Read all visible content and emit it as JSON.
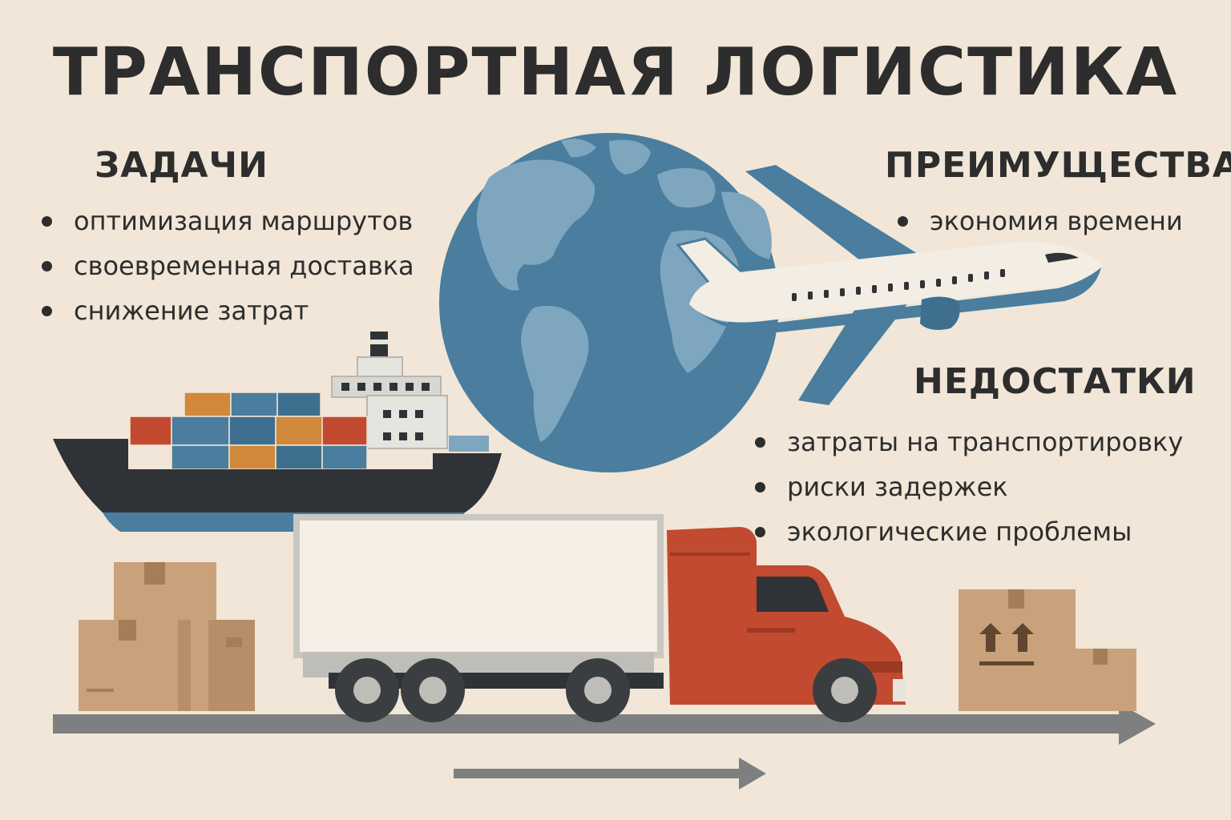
{
  "title": "ТРАНСПОРТНАЯ ЛОГИСТИКА",
  "tasks": {
    "heading": "ЗАДАЧИ",
    "items": [
      "оптимизация маршрутов",
      "своевременная доставка",
      "снижение затрат"
    ]
  },
  "advantages": {
    "heading": "ПРЕИМУЩЕСТВА",
    "items": [
      "экономия времени"
    ]
  },
  "disadvantages": {
    "heading": "НЕДОСТАТКИ",
    "items": [
      "затраты на транспортировку",
      "риски задержек",
      "экологические проблемы"
    ]
  },
  "colors": {
    "background": "#f1e6d7",
    "ocean_blue": "#4a7d9e",
    "land_blue": "#7fa6bf",
    "truck_red": "#c24a30",
    "hull_dark": "#2f3337",
    "cardboard": "#c9a27b",
    "road_gray": "#7d7f80"
  },
  "icons": [
    "cargo-ship-icon",
    "globe-icon",
    "airplane-icon",
    "truck-icon",
    "cardboard-box-icon",
    "this-side-up-icon"
  ]
}
